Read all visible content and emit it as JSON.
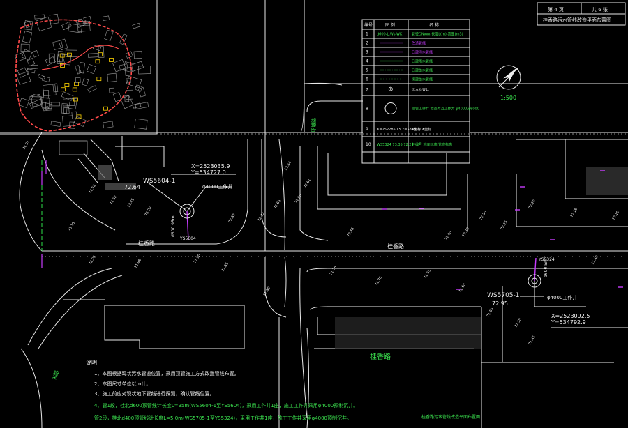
{
  "title_block": {
    "cell_a": "第 4 页",
    "cell_b": "共 6 张",
    "title": "桂香路污水管线改造平面布置图"
  },
  "legend": {
    "headers": [
      "编号",
      "图 例",
      "名 称"
    ],
    "rows": [
      {
        "no": "1",
        "symbol": "d600-L,Ws-WK",
        "name": "管径DNxxx-长度L(m)-流量(m3)",
        "color": "#3ce650"
      },
      {
        "no": "2",
        "symbol": "",
        "name": "改造管线",
        "color": "#c83cff"
      },
      {
        "no": "3",
        "symbol": "",
        "name": "已建污水管线",
        "color": "#c83cff"
      },
      {
        "no": "4",
        "symbol": "",
        "name": "已建雨水管线",
        "color": "#3ce650"
      },
      {
        "no": "5",
        "symbol": "",
        "name": "已建给水管线",
        "color": "#3ce650"
      },
      {
        "no": "6",
        "symbol": "",
        "name": "拟建给水管线",
        "color": "#3ce650"
      },
      {
        "no": "7",
        "symbol": "⊕",
        "name": "污水检查井",
        "color": "#f0f0f0"
      },
      {
        "no": "8",
        "symbol": "◎",
        "name": "顶管工作井 检查井及工作井 φ4000/φ6000",
        "color": "#3ce650"
      },
      {
        "no": "9",
        "symbol": "X=2522850.5 Y=534315.2",
        "name": "X坐标 Y坐标",
        "color": "#f0f0f0"
      },
      {
        "no": "10",
        "symbol": "WS5324 73.35 72.21",
        "name": "井编号 地面标高 管底标高",
        "color": "#3ce650"
      }
    ]
  },
  "scale": "1:500",
  "roads": {
    "main": "桂香路",
    "main2": "桂香路",
    "lower": "桂香路",
    "west": "X路",
    "vertical": "环城路"
  },
  "wells": {
    "w1": {
      "id": "WS5604-1",
      "x": "X=2523035.9",
      "y": "Y=534727.0",
      "elev": "72.64",
      "pit": "φ4000工作井",
      "pipe": "d600 95m",
      "link": "YS5604"
    },
    "w2": {
      "id": "WS5705-1",
      "x": "X=2523092.5",
      "y": "Y=534792.9",
      "elev": "72.95",
      "pit": "φ4000工作井",
      "pipe": "d600 5m",
      "link": "YS5324"
    }
  },
  "notes": {
    "heading": "说明",
    "items": [
      "1、本图根据现状污水管道位置，采用顶管施工方式改造管线布置。",
      "2、本图尺寸单位以m计。",
      "3、施工前应对现状地下管线进行探测，确认管线位置。",
      "4、管1段，桂北d600顶管线计长度L=95m(WS5604-1至YS5604)，采用工作井1座，施工工作井采用φ4000预制沉井。",
      "管2段，桂北d400顶管线计长度L=5.0m(WS5705-1至YS5324)，采用工作井1座，施工工作井采用φ4000预制沉井。"
    ]
  },
  "footer": "桂香路污水管线改造平面布置图",
  "street_labels": [
    "74.91",
    "74.52",
    "74.62",
    "73.45",
    "73.20",
    "73.18",
    "72.82",
    "72.72",
    "72.65",
    "72.64",
    "72.61",
    "72.58",
    "72.46",
    "72.40",
    "72.38",
    "72.30",
    "72.25",
    "72.20",
    "72.18",
    "72.10",
    "72.03",
    "71.98",
    "71.90",
    "71.85",
    "71.80",
    "71.76",
    "71.70",
    "71.65",
    "71.60",
    "71.55",
    "71.50",
    "71.45",
    "71.40"
  ]
}
